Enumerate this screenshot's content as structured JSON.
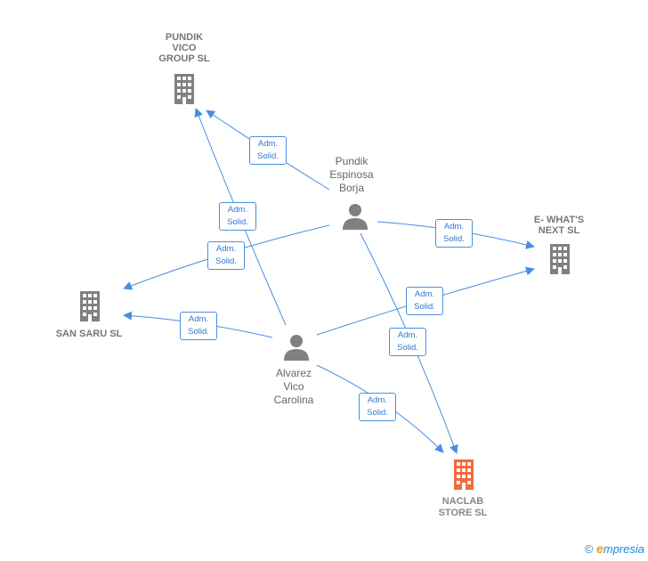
{
  "companies": {
    "pundik_vico": "PUNDIK\nVICO\nGROUP  SL",
    "e_whats_next": "E- WHAT'S\nNEXT SL",
    "san_saru": "SAN SARU  SL",
    "naclab_store": "NACLAB\nSTORE  SL"
  },
  "persons": {
    "pundik_espinosa": "Pundik\nEspinosa\nBorja",
    "alvarez_vico": "Alvarez\nVico\nCarolina"
  },
  "edge_label": {
    "line1": "Adm.",
    "line2": "Solid."
  },
  "colors": {
    "edge": "#4a8ee0",
    "icon_gray": "#808080",
    "icon_highlight": "#f26a3a"
  },
  "footer": {
    "copyright": "©",
    "brand_initial": "e",
    "brand_rest": "mpresia"
  }
}
